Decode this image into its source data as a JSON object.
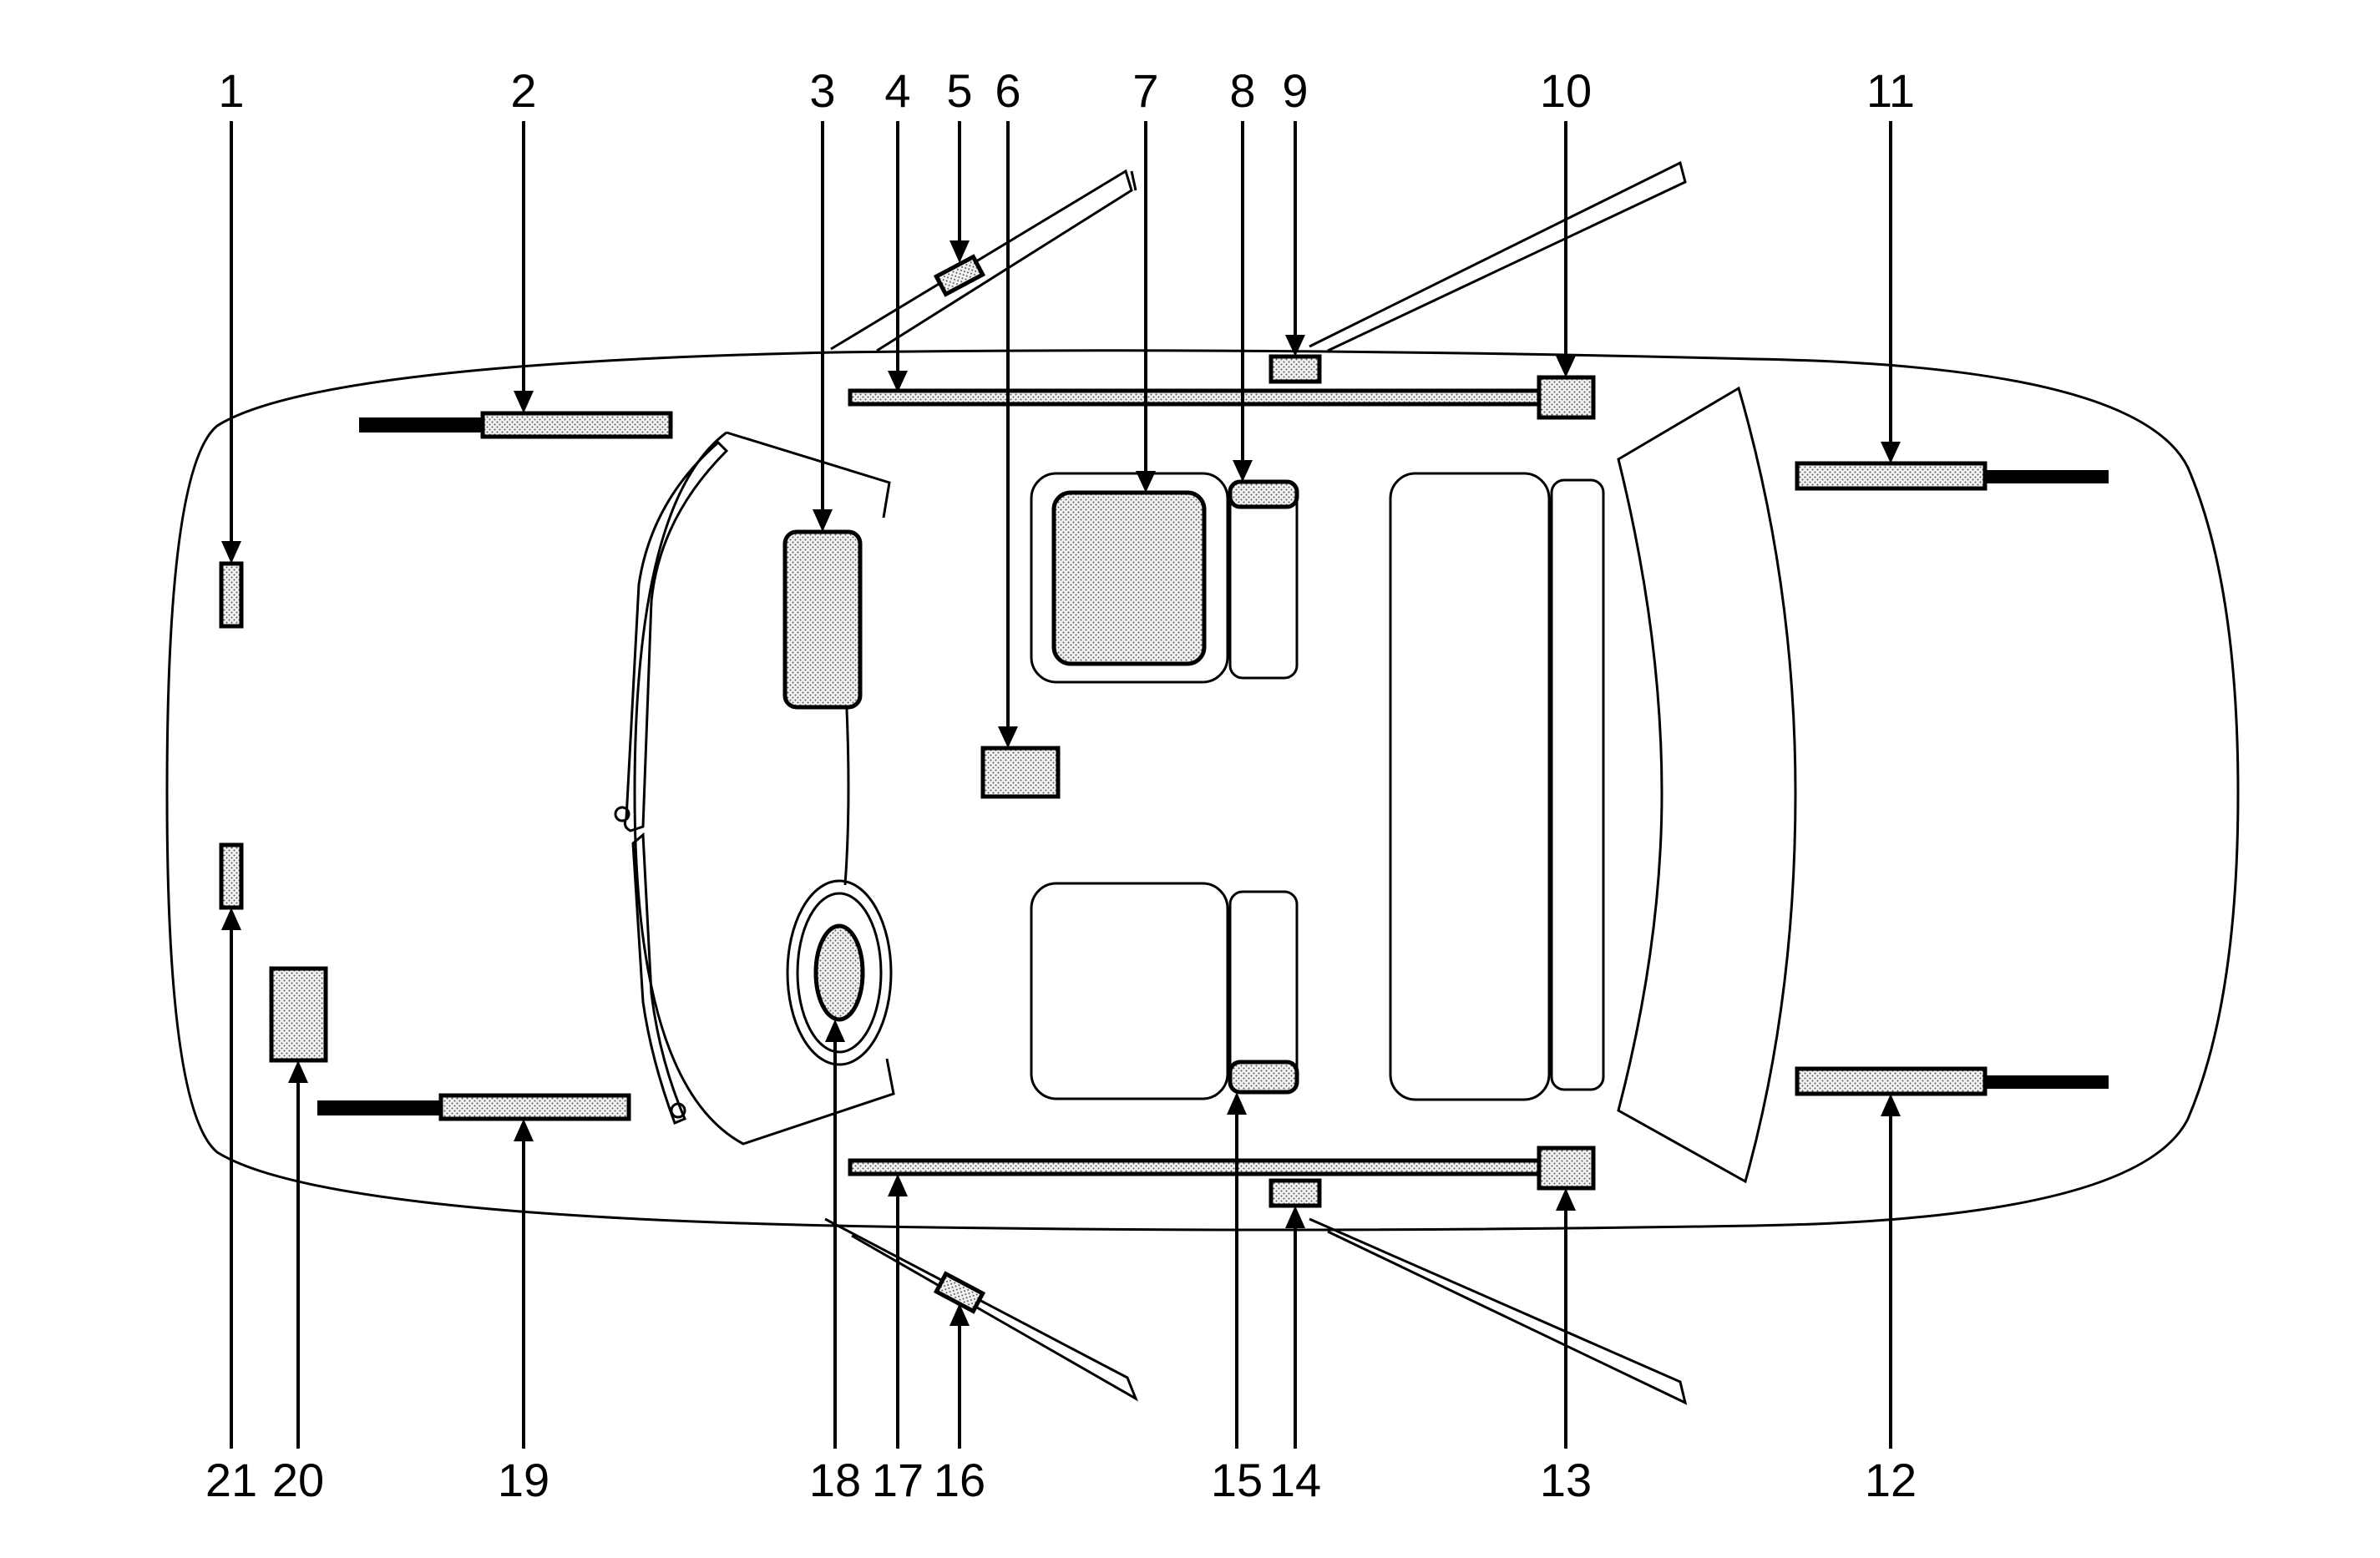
{
  "callouts": {
    "top": [
      "1",
      "2",
      "3",
      "4",
      "5",
      "6",
      "7",
      "8",
      "9",
      "10",
      "11"
    ],
    "bottom": [
      "21",
      "20",
      "19",
      "18",
      "17",
      "16",
      "15",
      "14",
      "13",
      "12"
    ]
  },
  "components": [
    {
      "id": "1",
      "name": "front-impact-sensor-left-icon"
    },
    {
      "id": "2",
      "name": "front-side-sensor-left-icon"
    },
    {
      "id": "3",
      "name": "passenger-airbag-module-icon"
    },
    {
      "id": "4",
      "name": "roof-rail-airbag-left-icon"
    },
    {
      "id": "5",
      "name": "door-sensor-left-front-icon"
    },
    {
      "id": "6",
      "name": "sensing-diagnostic-module-icon"
    },
    {
      "id": "7",
      "name": "passenger-presence-sensor-icon"
    },
    {
      "id": "8",
      "name": "seat-side-airbag-left-icon"
    },
    {
      "id": "9",
      "name": "side-impact-sensor-left-icon"
    },
    {
      "id": "10",
      "name": "roof-rail-inflator-left-icon"
    },
    {
      "id": "11",
      "name": "rear-sensor-left-icon"
    },
    {
      "id": "12",
      "name": "rear-sensor-right-icon"
    },
    {
      "id": "13",
      "name": "roof-rail-inflator-right-icon"
    },
    {
      "id": "14",
      "name": "side-impact-sensor-right-icon"
    },
    {
      "id": "15",
      "name": "seat-side-airbag-right-icon"
    },
    {
      "id": "16",
      "name": "door-sensor-right-front-icon"
    },
    {
      "id": "17",
      "name": "roof-rail-airbag-right-icon"
    },
    {
      "id": "18",
      "name": "steering-wheel-airbag-icon"
    },
    {
      "id": "19",
      "name": "front-side-sensor-right-icon"
    },
    {
      "id": "20",
      "name": "front-module-box-icon"
    },
    {
      "id": "21",
      "name": "front-impact-sensor-right-icon"
    }
  ]
}
